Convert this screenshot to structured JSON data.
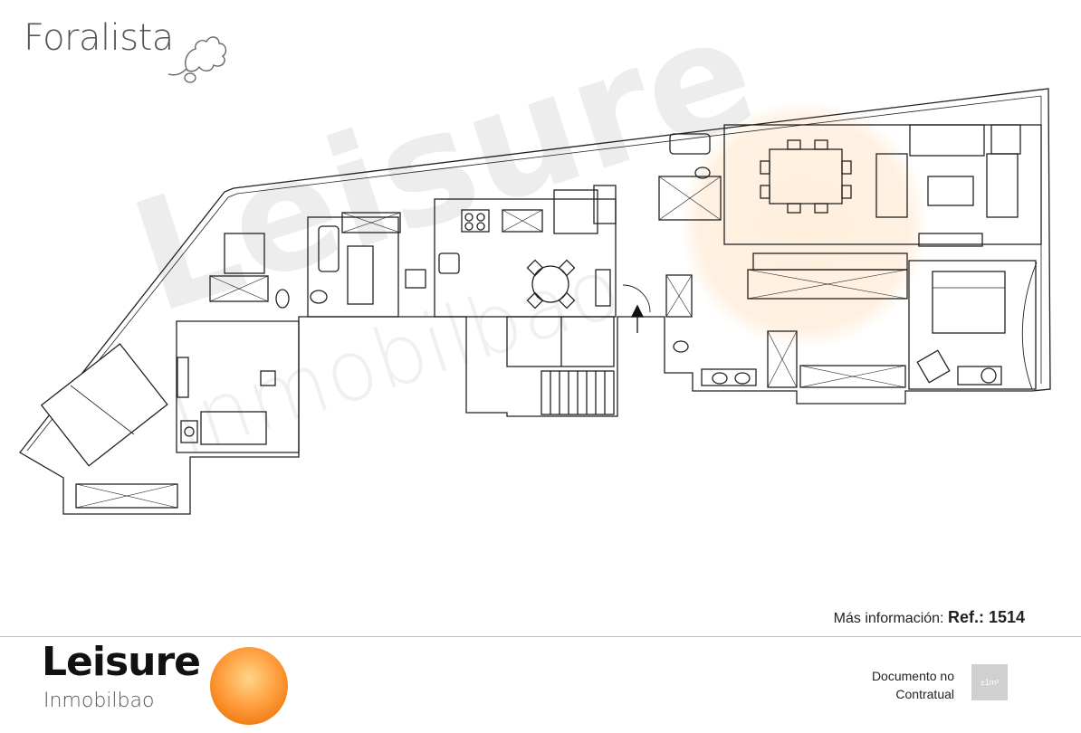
{
  "header": {
    "brand": "Foralista"
  },
  "watermark": {
    "main": "Leisure",
    "sub": "Inmobilbao",
    "accent": "#f7a85a"
  },
  "floorplan": {
    "icons": [
      "bed-icon",
      "sofa-icon",
      "dining-table-icon",
      "toilet-icon",
      "shower-icon",
      "sink-icon",
      "bathtub-icon",
      "stove-icon",
      "stairs-icon",
      "entrance-arrow-icon",
      "door-swing-icon",
      "armchair-icon"
    ]
  },
  "footer": {
    "more_info_label": "Más información:",
    "ref_label": "Ref.: 1514",
    "logo_word": "Leisure",
    "logo_sub": "Inmobilbao",
    "logo_color": "#f08a24",
    "notice_line1": "Documento no",
    "notice_line2": "Contratual",
    "badge": "±1m²"
  }
}
